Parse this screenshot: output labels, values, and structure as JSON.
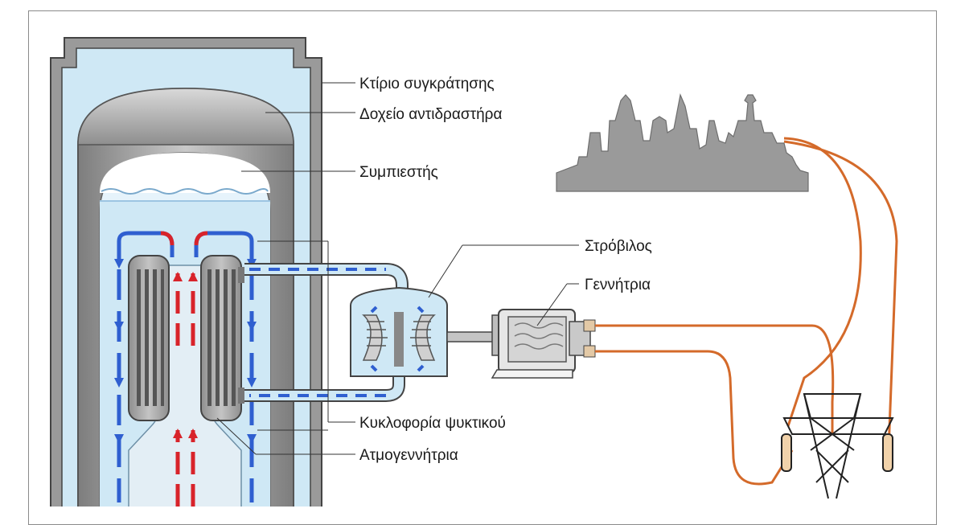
{
  "labels": {
    "containment_building": "Κτίριο συγκράτησης",
    "reactor_vessel": "Δοχείο αντιδραστήρα",
    "pressurizer": "Συμπιεστής",
    "turbine": "Στρόβιλος",
    "generator": "Γεννήτρια",
    "coolant_circulation": "Κυκλοφορία ψυκτικού",
    "steam_generator": "Ατμογεννήτρια"
  },
  "colors": {
    "hot_flow": "#d8232a",
    "cold_flow": "#2f5fd0",
    "water": "#cfe8f5",
    "metal": "#a9a9a9",
    "power_line": "#d46a2a",
    "skyline": "#9a9a9a"
  }
}
